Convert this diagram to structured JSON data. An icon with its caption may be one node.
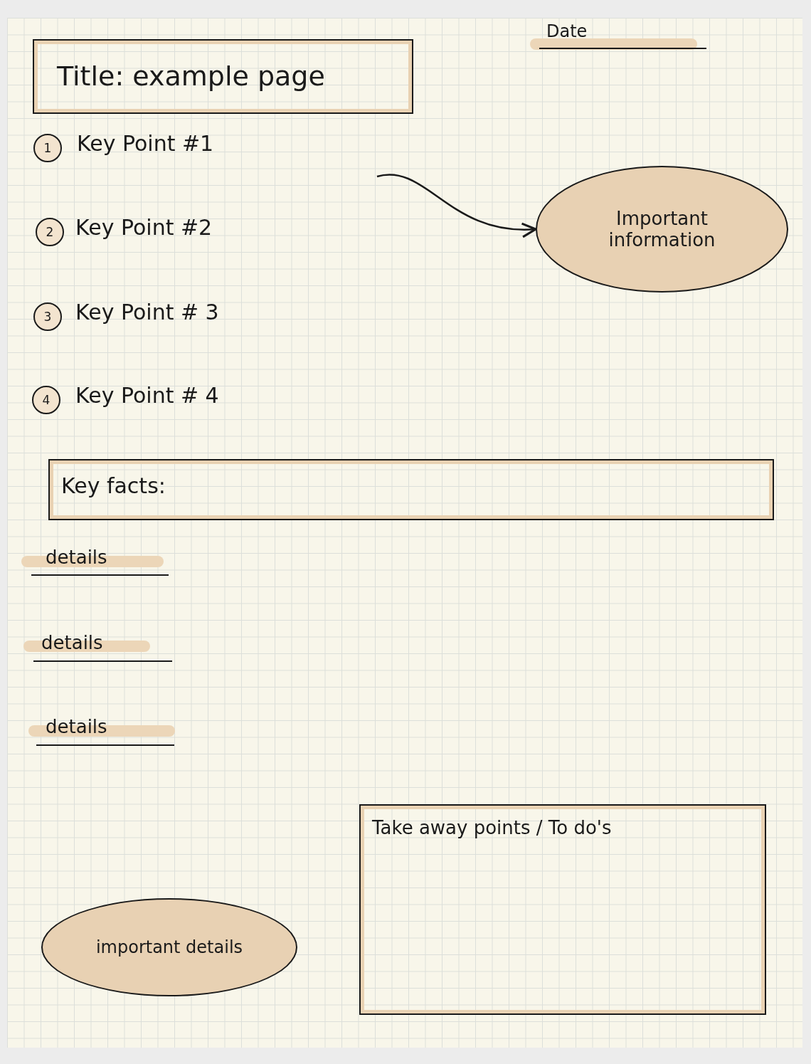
{
  "diagram": {
    "nodes": [
      {
        "text": [
          "Title: example page"
        ]
      },
      {
        "text": [
          "1"
        ],
        "beside": [
          "Key Point #1"
        ]
      },
      {
        "text": [
          "Important information"
        ]
      },
      {
        "text": [
          "2"
        ],
        "beside": [
          "Key Point #2"
        ]
      },
      {
        "text": [
          "3"
        ],
        "beside": [
          "Key Point # 3"
        ]
      },
      {
        "text": [
          "4"
        ],
        "beside": [
          "Key Point # 4"
        ]
      },
      {
        "text": [
          "Key facts:"
        ]
      },
      {
        "text": [
          "Take away points / To do's"
        ]
      },
      {
        "text": [
          "important details"
        ]
      }
    ],
    "edges": [
      {
        "from": null,
        "to": 2,
        "arrow": "to"
      }
    ],
    "labels": [
      "Date",
      "details",
      "details",
      "details"
    ]
  }
}
